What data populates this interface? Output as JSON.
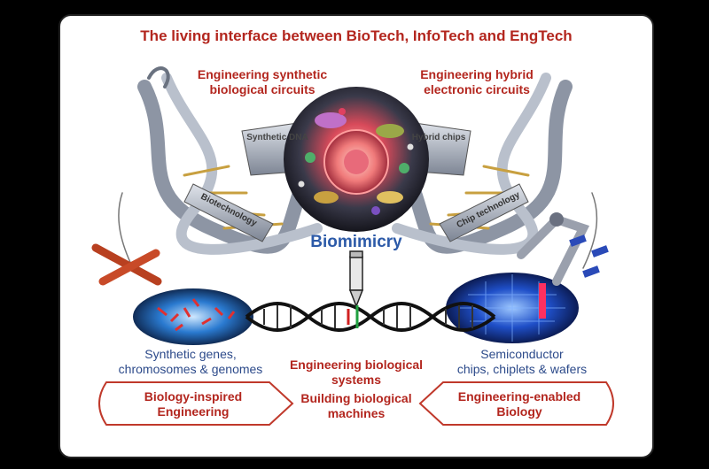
{
  "title": "The living interface between BioTech, InfoTech and EngTech",
  "top_left": [
    "Engineering synthetic",
    "biological circuits"
  ],
  "top_right": [
    "Engineering hybrid",
    "electronic circuits"
  ],
  "ribbon_left": "Synthetic DNA",
  "ribbon_right": "Hybrid chips",
  "band_left": "Biotechnology",
  "band_right": "Chip technology",
  "center_label": "Biomimicry",
  "left_caption": [
    "Synthetic genes,",
    "chromosomes & genomes"
  ],
  "right_caption": [
    "Semiconductor",
    "chips, chiplets & wafers"
  ],
  "mid_caption": [
    "Engineering biological",
    "systems"
  ],
  "mid_caption2": [
    "Building biological",
    "machines"
  ],
  "bottom_left": [
    "Biology-inspired",
    "Engineering"
  ],
  "bottom_right": [
    "Engineering-enabled",
    "Biology"
  ]
}
